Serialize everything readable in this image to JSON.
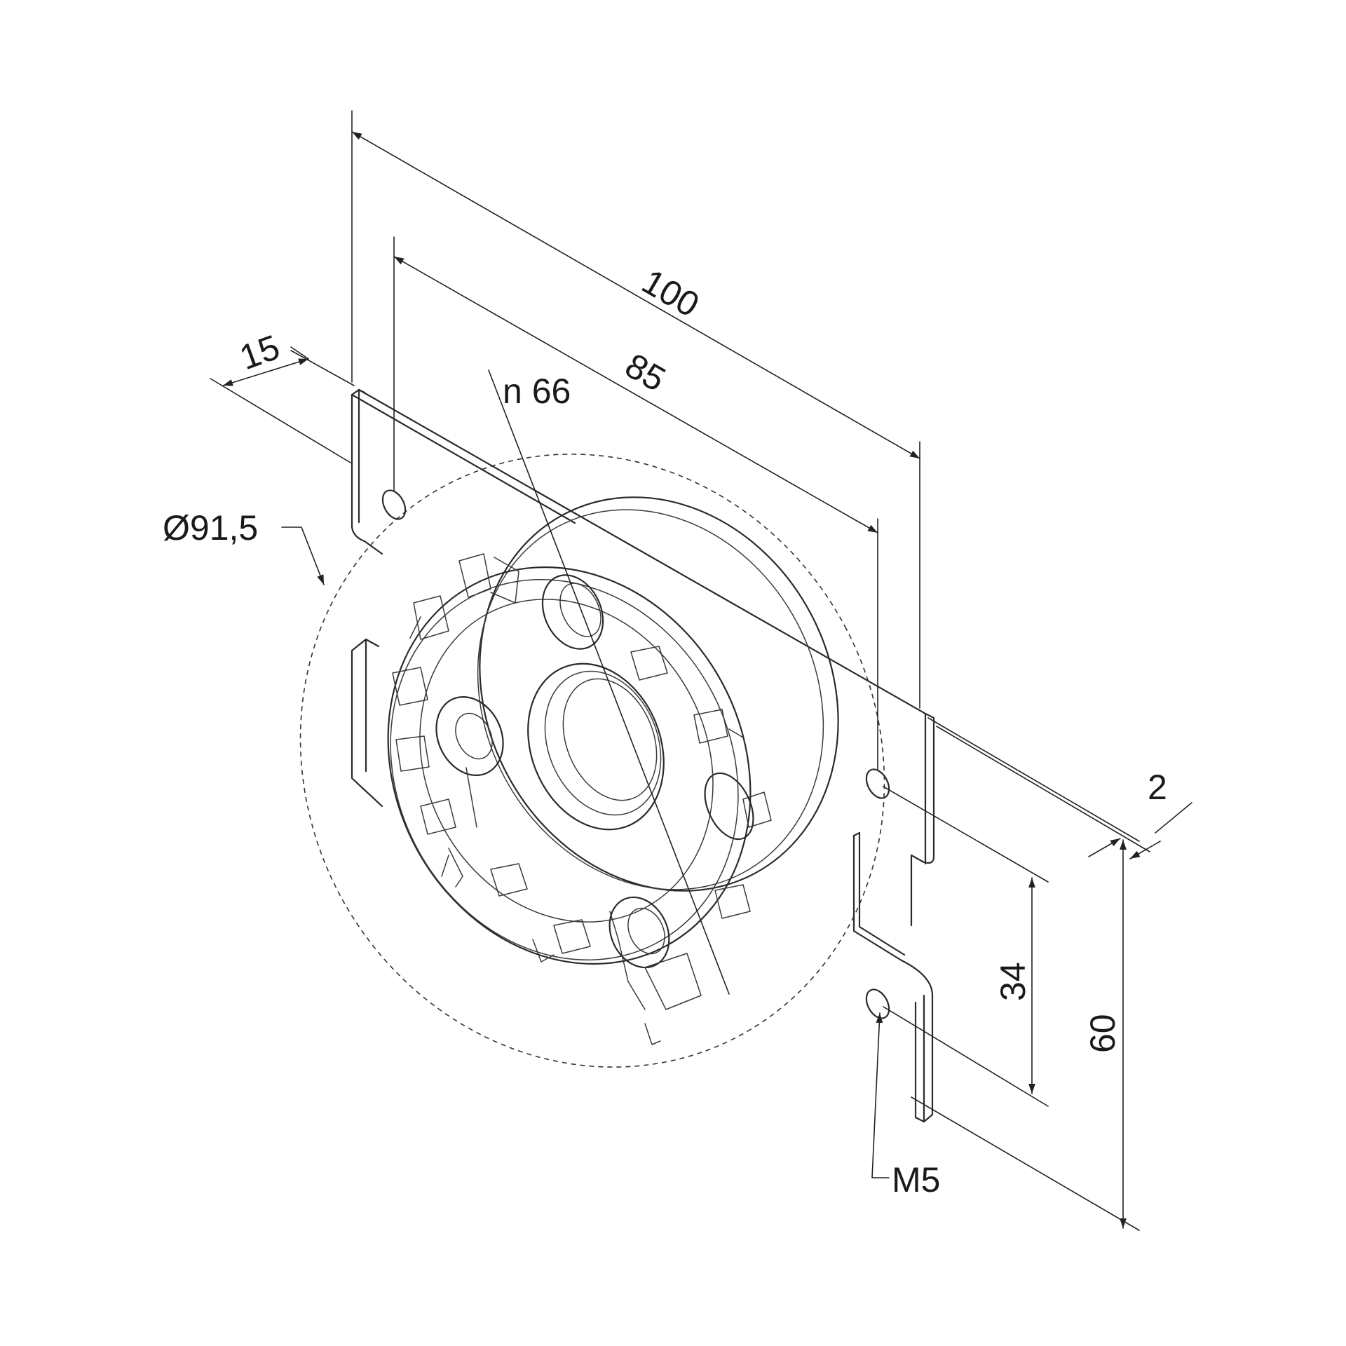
{
  "labels": {
    "dim_100": "100",
    "dim_85": "85",
    "dim_15": "15",
    "dim_n66": "n 66",
    "dim_diameter": "Ø91,5",
    "dim_2": "2",
    "dim_34": "34",
    "dim_60": "60",
    "dim_m5": "M5"
  }
}
